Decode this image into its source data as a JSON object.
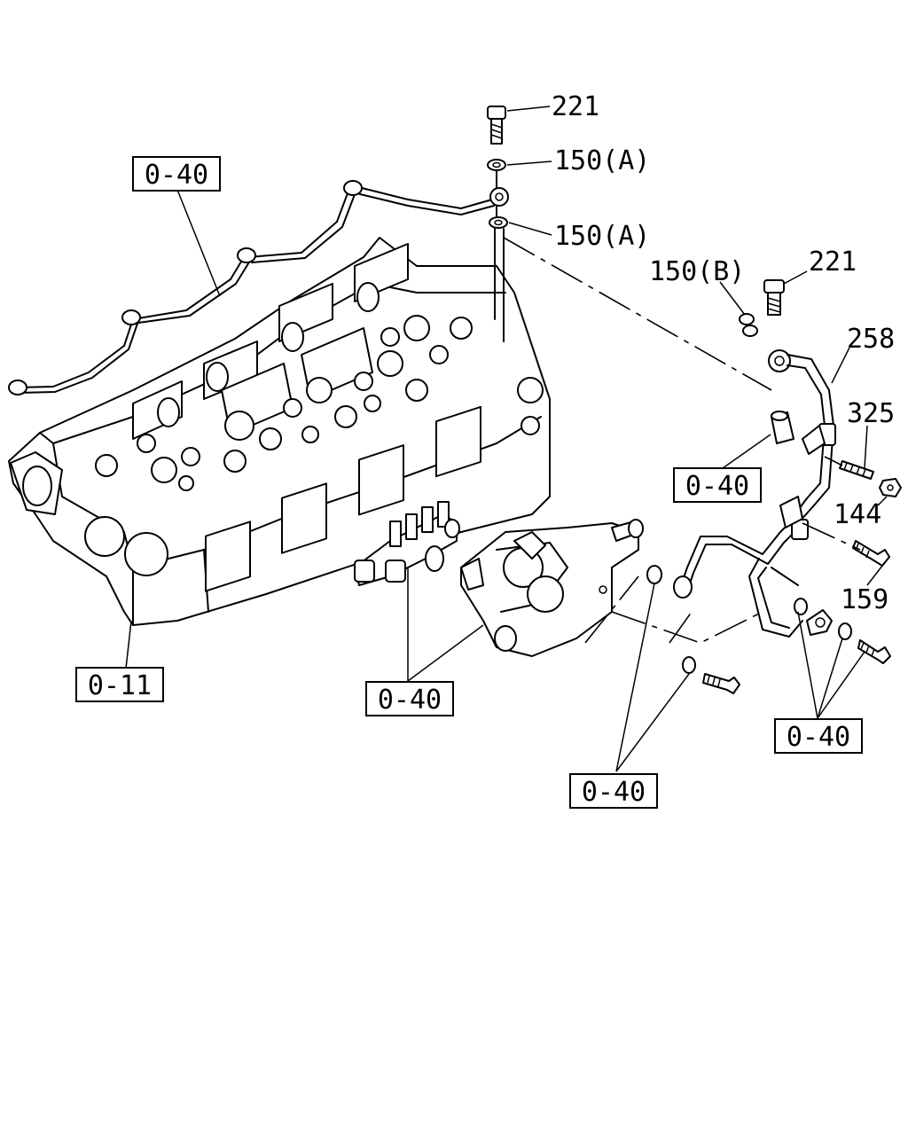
{
  "callouts": {
    "p221_top": "221",
    "p150a_upper": "150(A)",
    "p150a_lower": "150(A)",
    "p150b": "150(B)",
    "p221_right": "221",
    "p258": "258",
    "p325": "325",
    "p144": "144",
    "p159": "159"
  },
  "refs": {
    "r_top_left": "0-40",
    "r_cylinder_head": "0-11",
    "r_pump_left": "0-40",
    "r_middle_right": "0-40",
    "r_bottom_center": "0-40",
    "r_bottom_right": "0-40"
  }
}
